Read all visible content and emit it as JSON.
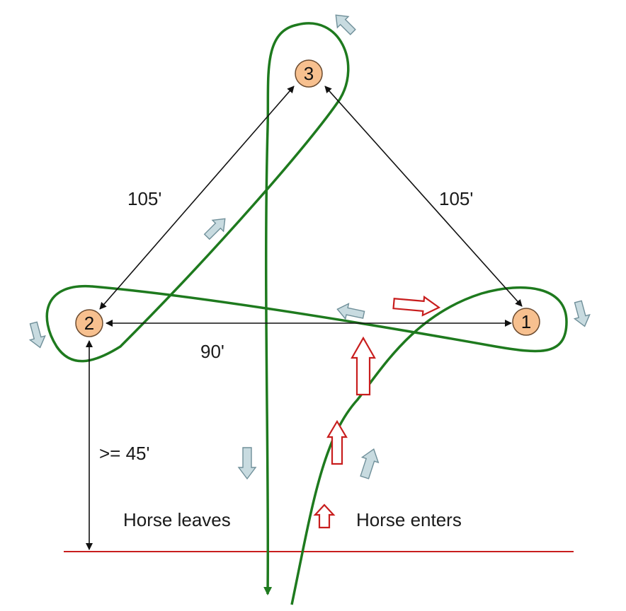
{
  "barrels": {
    "one": "1",
    "two": "2",
    "three": "3"
  },
  "distances": {
    "left_side": "105'",
    "right_side": "105'",
    "bottom_side": "90'",
    "to_line": ">= 45'"
  },
  "labels": {
    "horse_leaves": "Horse leaves",
    "horse_enters": "Horse enters"
  },
  "colors": {
    "path": "#1e7a1e",
    "barrel_fill": "#f7c08f",
    "barrel_stroke": "#6b4a2e",
    "measure": "#111111",
    "start_line": "#c81e1e",
    "direction_arrow_fill": "#c8dbe0",
    "direction_arrow_stroke": "#6f8f99",
    "entry_arrow": "#c81e1e"
  }
}
